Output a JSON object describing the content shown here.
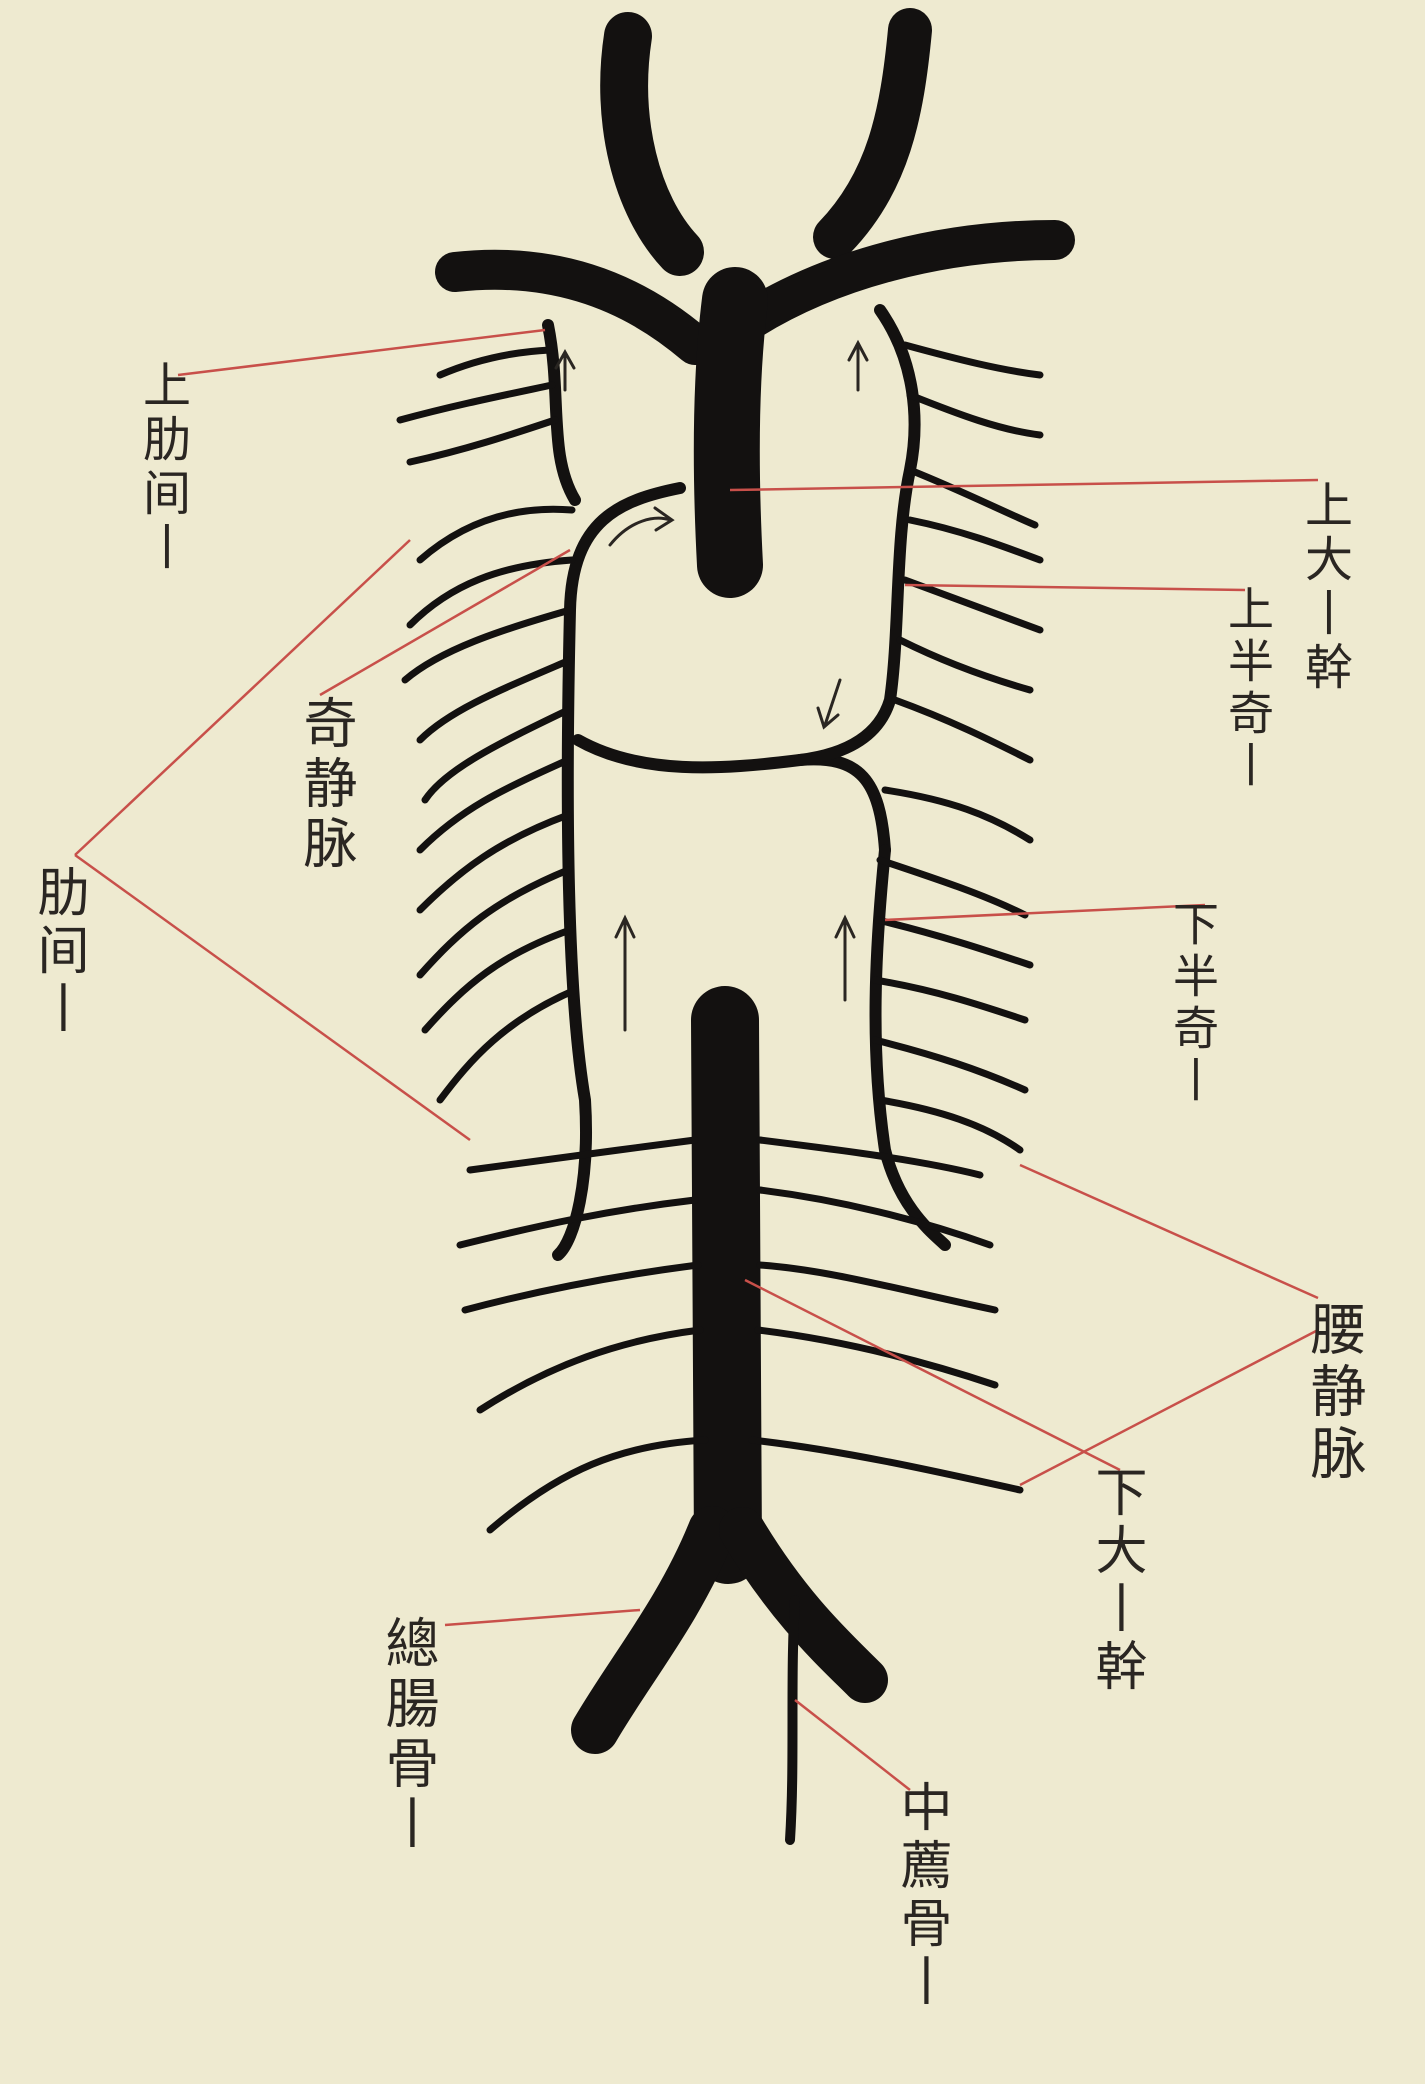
{
  "colors": {
    "paper": "#eeead0",
    "ink": "#131110",
    "leader": "#c8504a",
    "text": "#2a2622"
  },
  "labels": {
    "upper_intercostal": "上肋间丨",
    "intercostal": "肋间丨",
    "azygos_vein": "奇静脉",
    "superior_vena_cava": "上大丨幹",
    "upper_hemiazygos": "上半奇丨",
    "lower_hemiazygos": "下半奇丨",
    "lumbar_vein": "腰静脉",
    "inferior_vena_cava": "下大丨幹",
    "common_iliac": "總腸骨丨",
    "median_sacral": "中薦骨丨"
  }
}
